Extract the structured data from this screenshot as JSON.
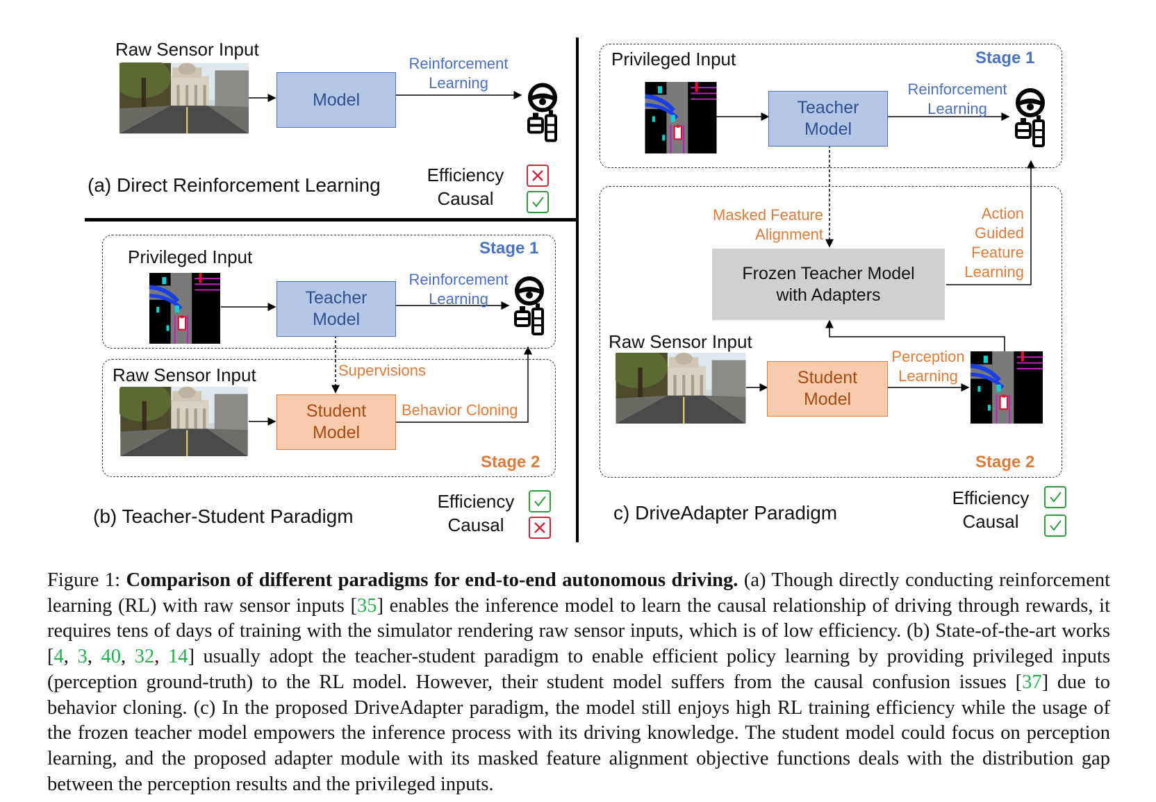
{
  "panel_a": {
    "input_label": "Raw Sensor Input",
    "model": "Model",
    "rl_label": [
      "Reinforcement",
      "Learning"
    ],
    "caption": "(a) Direct Reinforcement Learning",
    "efficiency": "Efficiency",
    "causal": "Causal",
    "efficiency_ok": false,
    "causal_ok": true
  },
  "panel_b": {
    "privileged_label": "Privileged Input",
    "stage1": "Stage 1",
    "teacher": [
      "Teacher",
      "Model"
    ],
    "rl_label": [
      "Reinforcement",
      "Learning"
    ],
    "supervisions": "Supervisions",
    "raw_label": "Raw Sensor Input",
    "student": [
      "Student",
      "Model"
    ],
    "bc_label": "Behavior Cloning",
    "stage2": "Stage 2",
    "caption": "(b) Teacher-Student Paradigm",
    "efficiency": "Efficiency",
    "causal": "Causal",
    "efficiency_ok": true,
    "causal_ok": false
  },
  "panel_c": {
    "privileged_label": "Privileged Input",
    "stage1": "Stage 1",
    "teacher": [
      "Teacher",
      "Model"
    ],
    "rl_label": [
      "Reinforcement",
      "Learning"
    ],
    "masked": [
      "Masked Feature",
      "Alignment"
    ],
    "action": [
      "Action",
      "Guided",
      "Feature",
      "Learning"
    ],
    "frozen": [
      "Frozen Teacher Model",
      "with Adapters"
    ],
    "raw_label": "Raw Sensor Input",
    "student": [
      "Student",
      "Model"
    ],
    "perception": [
      "Perception",
      "Learning"
    ],
    "stage2": "Stage 2",
    "caption": "c) DriveAdapter Paradigm",
    "efficiency": "Efficiency",
    "causal": "Causal",
    "efficiency_ok": true,
    "causal_ok": true
  },
  "caption": {
    "prefix": "Figure 1: ",
    "title": "Comparison of different paradigms for end-to-end autonomous driving.",
    "s1": " (a) Though directly conducting reinforcement learning (RL) with raw sensor inputs [",
    "r35": "35",
    "s2": "] enables the inference model to learn the causal relationship of driving through rewards, it requires tens of days of training with the simulator rendering raw sensor inputs, which is of low efficiency. (b) State-of-the-art works [",
    "r4": "4",
    "r3": "3",
    "r40": "40",
    "r32": "32",
    "r14": "14",
    "s3": "] usually adopt the teacher-student paradigm to enable efficient policy learning by providing privileged inputs (perception ground-truth) to the RL model. However, their student model suffers from the causal confusion issues [",
    "r37": "37",
    "s4": "] due to behavior cloning. (c) In the proposed DriveAdapter paradigm, the model still enjoys high RL training efficiency while the usage of the frozen teacher model empowers the inference process with its driving knowledge. The student model could focus on perception learning, and the proposed adapter module with its masked feature alignment objective functions deals with the distribution gap between the perception results and the privileged inputs."
  },
  "colors": {
    "blue_box": "#b4c7e7",
    "orange_box": "#f8cbad",
    "gray_box": "#d0d0d0",
    "blue_text": "#4a6fc1",
    "orange_text": "#e07b39",
    "ok": "#2e9e3a",
    "no": "#c8283a"
  }
}
